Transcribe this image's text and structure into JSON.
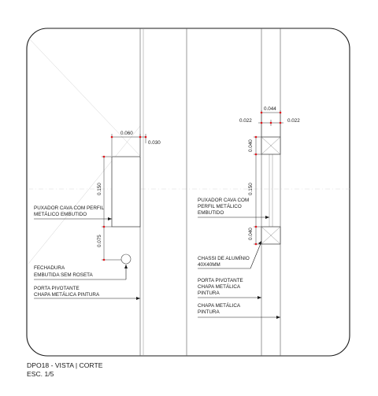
{
  "view_labels": {
    "vista": {
      "puxador": [
        "PUXADOR CAVA COM PERFIL",
        "METÁLICO EMBUTIDO"
      ],
      "fechadura": [
        "FECHADURA",
        "EMBUTIDA SEM ROSETA"
      ],
      "porta": [
        "PORTA PIVOTANTE",
        "CHAPA METÁLICA PINTURA"
      ]
    },
    "corte": {
      "puxador": [
        "PUXADOR CAVA COM",
        "PERFIL METÁLICO",
        "EMBUTIDO"
      ],
      "chassi": [
        "CHASSI DE ALUMÍNIO",
        "40X40MM"
      ],
      "porta": [
        "PORTA PIVOTANTE",
        "CHAPA METÁLICA",
        "PINTURA"
      ],
      "chapa": [
        "CHAPA METÁLICA",
        "PINTURA"
      ]
    }
  },
  "dimensions": {
    "vista": {
      "width_a": "0.060",
      "width_b": "0.030",
      "height_a": "0.150",
      "height_b": "0.075"
    },
    "corte": {
      "total": "0.044",
      "left": "0.022",
      "right": "0.022",
      "top_block": "0.040",
      "middle": "0.150",
      "bottom_block": "0.040"
    }
  },
  "title_block": {
    "title": "DPO18 - VISTA | CORTE",
    "scale": "ESC. 1/5"
  },
  "colors": {
    "dimension_dot": "#e0151b",
    "line": "#1a1a1a"
  }
}
